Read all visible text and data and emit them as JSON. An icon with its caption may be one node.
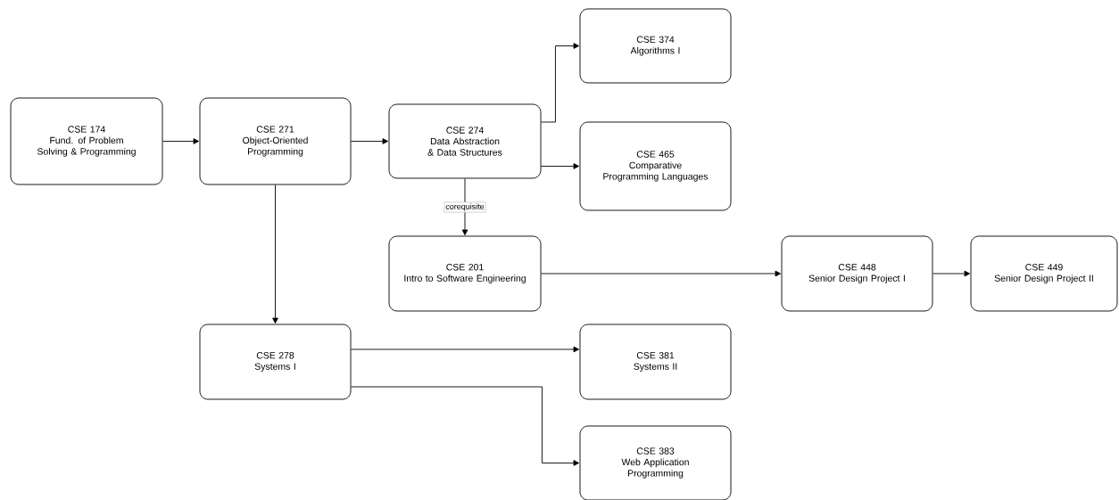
{
  "diagram": {
    "nodes": [
      {
        "text": [
          "CSE 174",
          "Fund. of Problem Solving & Programming"
        ]
      },
      {
        "text": [
          "CSE 271",
          "Object-Oriented Programming"
        ]
      },
      {
        "text": [
          "CSE 274",
          "Data Abstraction & Data Structures"
        ]
      },
      {
        "text": [
          "CSE 374",
          "Algorithms I"
        ]
      },
      {
        "text": [
          "CSE 465",
          "Comparative Programming Languages"
        ]
      },
      {
        "text": [
          "CSE 201",
          "Intro to Software Engineering"
        ]
      },
      {
        "text": [
          "CSE 448",
          "Senior Design Project I"
        ]
      },
      {
        "text": [
          "CSE 449",
          "Senior Design Project II"
        ]
      },
      {
        "text": [
          "CSE 278",
          "Systems I"
        ]
      },
      {
        "text": [
          "CSE 381",
          "Systems II"
        ]
      },
      {
        "text": [
          "CSE 383",
          "Web Application Programming"
        ]
      }
    ],
    "edges": [
      {
        "from": 0,
        "to": 1,
        "arrow": "to"
      },
      {
        "from": 1,
        "to": 2,
        "arrow": "to"
      },
      {
        "from": 2,
        "to": 3,
        "arrow": "to"
      },
      {
        "from": 2,
        "to": 4,
        "arrow": "to"
      },
      {
        "from": 2,
        "to": 5,
        "arrow": "to",
        "label": "corequisite"
      },
      {
        "from": 5,
        "to": 6,
        "arrow": "to"
      },
      {
        "from": 6,
        "to": 7,
        "arrow": "to"
      },
      {
        "from": 1,
        "to": 8,
        "arrow": "to"
      },
      {
        "from": 8,
        "to": 9,
        "arrow": "to"
      },
      {
        "from": 8,
        "to": 10,
        "arrow": "to"
      }
    ]
  }
}
